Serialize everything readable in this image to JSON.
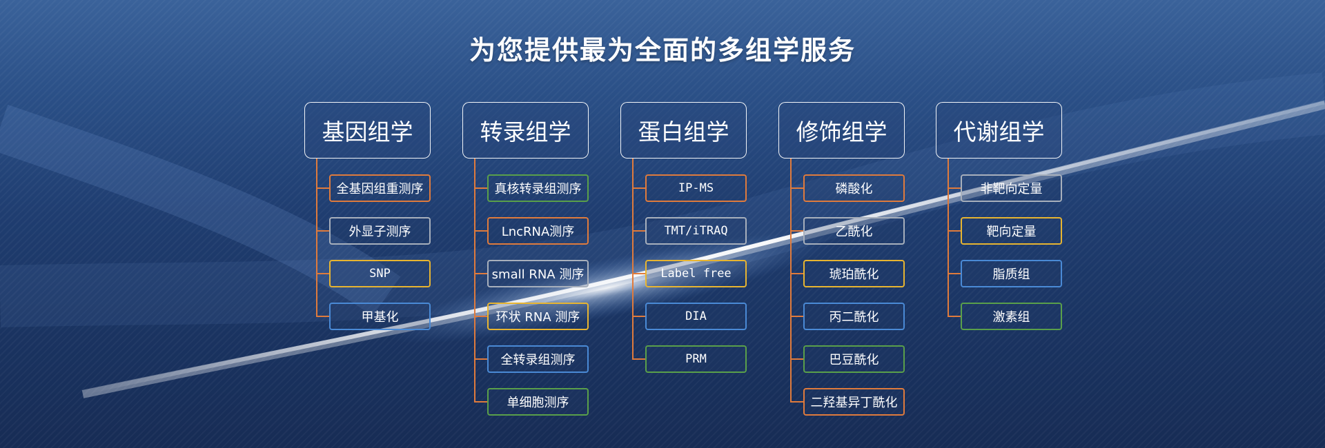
{
  "title": "为您提供最为全面的多组学服务",
  "colors": {
    "connector": "#e07b3c",
    "orange": "#e07b3c",
    "gray": "#a8b0bc",
    "yellow": "#e8b530",
    "blue": "#4a8ad6",
    "green": "#5aa04a"
  },
  "columns": [
    {
      "key": "genomics",
      "title": "基因组学",
      "items": [
        {
          "label": "全基因组重测序",
          "color": "orange"
        },
        {
          "label": "外显子测序",
          "color": "gray"
        },
        {
          "label": "SNP",
          "color": "yellow"
        },
        {
          "label": "甲基化",
          "color": "blue"
        }
      ]
    },
    {
      "key": "transcriptomics",
      "title": "转录组学",
      "items": [
        {
          "label": "真核转录组测序",
          "color": "green"
        },
        {
          "label": "LncRNA测序",
          "color": "orange"
        },
        {
          "label": "small RNA 测序",
          "color": "gray"
        },
        {
          "label": "环状 RNA 测序",
          "color": "yellow"
        },
        {
          "label": "全转录组测序",
          "color": "blue"
        },
        {
          "label": "单细胞测序",
          "color": "green"
        }
      ]
    },
    {
      "key": "proteomics",
      "title": "蛋白组学",
      "items": [
        {
          "label": "IP-MS",
          "color": "orange"
        },
        {
          "label": "TMT/iTRAQ",
          "color": "gray"
        },
        {
          "label": "Label free",
          "color": "yellow"
        },
        {
          "label": "DIA",
          "color": "blue"
        },
        {
          "label": "PRM",
          "color": "green"
        }
      ]
    },
    {
      "key": "modification",
      "title": "修饰组学",
      "items": [
        {
          "label": "磷酸化",
          "color": "orange"
        },
        {
          "label": "乙酰化",
          "color": "gray"
        },
        {
          "label": "琥珀酰化",
          "color": "yellow"
        },
        {
          "label": "丙二酰化",
          "color": "blue"
        },
        {
          "label": "巴豆酰化",
          "color": "green"
        },
        {
          "label": "二羟基异丁酰化",
          "color": "orange"
        }
      ]
    },
    {
      "key": "metabolomics",
      "title": "代谢组学",
      "items": [
        {
          "label": "非靶向定量",
          "color": "gray"
        },
        {
          "label": "靶向定量",
          "color": "yellow"
        },
        {
          "label": "脂质组",
          "color": "blue"
        },
        {
          "label": "激素组",
          "color": "green"
        }
      ]
    }
  ]
}
